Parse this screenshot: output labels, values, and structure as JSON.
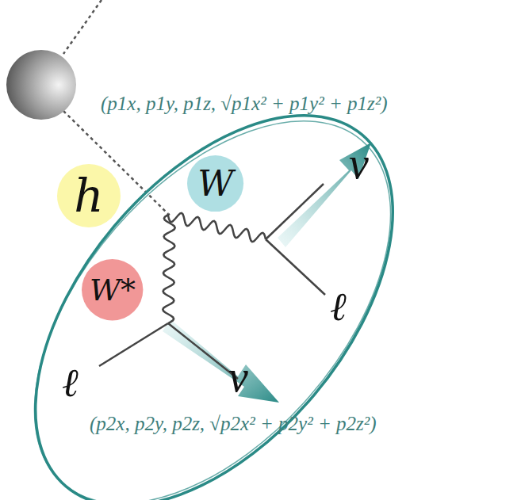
{
  "diagram": {
    "nodes": [
      {
        "text": [
          "h"
        ]
      },
      {
        "text": [
          "W"
        ]
      },
      {
        "text": [
          "W*"
        ]
      }
    ],
    "labels": [
      "(p1x, p1y, p1z, √p1x² + p1y² + p1z²)",
      "ν",
      "ℓ",
      "ℓ",
      "ν",
      "(p2x, p2y, p2z, √p2x² + p2y² + p2z²)"
    ]
  }
}
